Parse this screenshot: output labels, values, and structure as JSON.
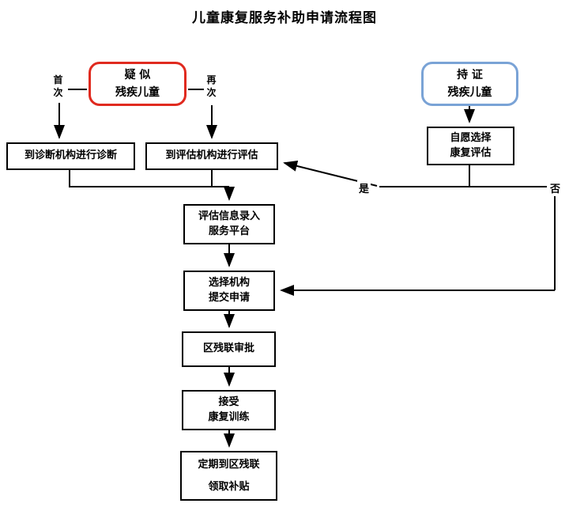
{
  "title": "儿童康复服务补助申请流程图",
  "nodes": {
    "suspected": "疑 似\n残疾儿童",
    "certified": "持 证\n残疾儿童",
    "diagnosis": "到诊断机构进行诊断",
    "evaluation": "到评估机构进行评估",
    "voluntary": "自愿选择\n康复评估",
    "platform": "评估信息录入\n服务平台",
    "apply": "选择机构\n提交申请",
    "approval": "区残联审批",
    "training": "接受\n康复训练",
    "subsidy": "定期到区残联\n领取补贴"
  },
  "labels": {
    "first": "首次",
    "again": "再次",
    "yes": "是",
    "no": "否"
  },
  "colors": {
    "suspected_border": "#e02a1f",
    "certified_border": "#7aa3d6",
    "line": "#000000"
  }
}
